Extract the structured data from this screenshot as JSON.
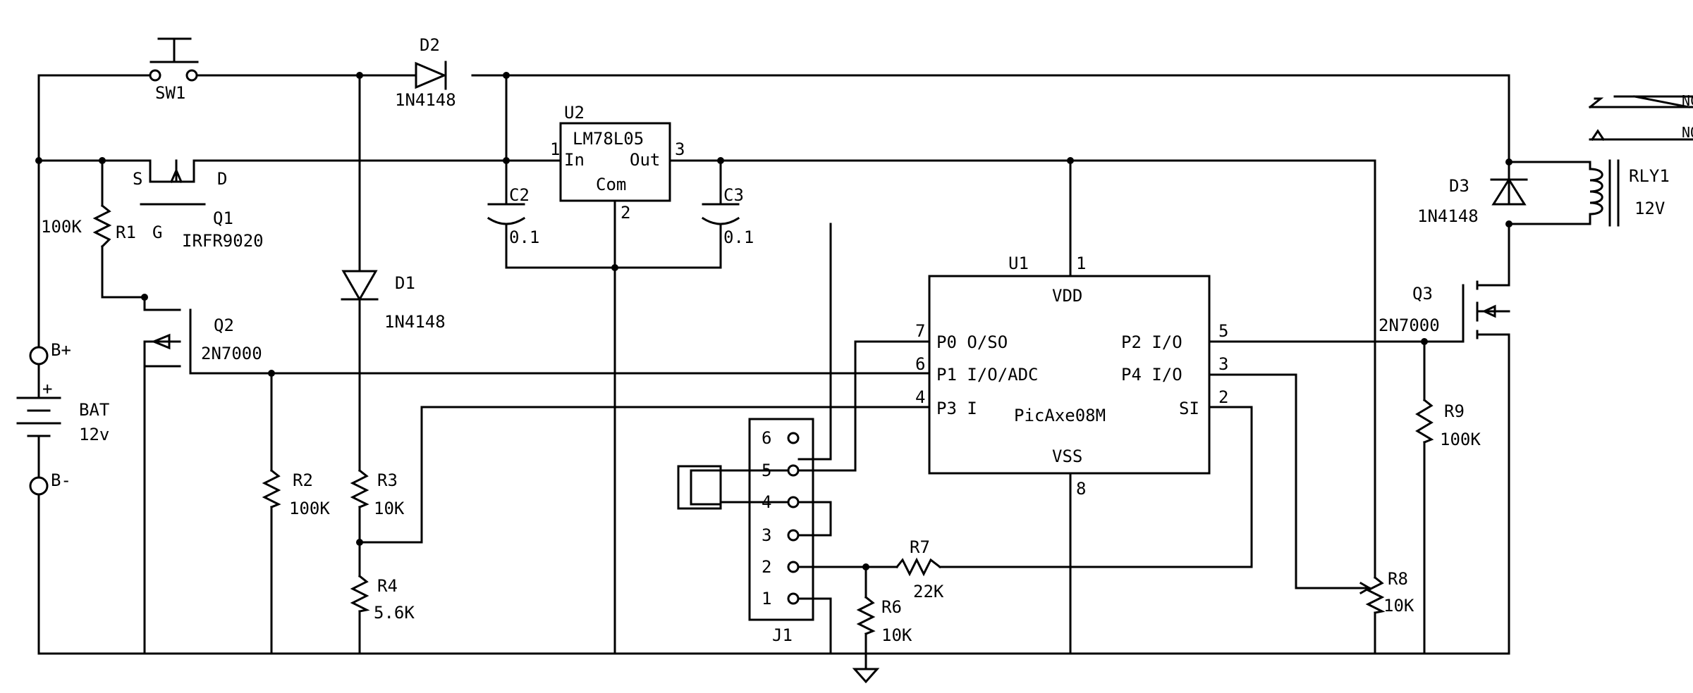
{
  "components": {
    "sw1": "SW1",
    "d2": {
      "ref": "D2",
      "value": "1N4148"
    },
    "u2": {
      "ref": "U2",
      "value": "LM78L05",
      "pin_in": "In",
      "pin_out": "Out",
      "pin_com": "Com",
      "n1": "1",
      "n2": "2",
      "n3": "3"
    },
    "c2": {
      "ref": "C2",
      "value": "0.1"
    },
    "c3": {
      "ref": "C3",
      "value": "0.1"
    },
    "q1": {
      "ref": "Q1",
      "value": "IRFR9020",
      "s": "S",
      "d": "D",
      "g": "G"
    },
    "r1": {
      "ref": "R1",
      "value": "100K"
    },
    "q2": {
      "ref": "Q2",
      "value": "2N7000"
    },
    "d1": {
      "ref": "D1",
      "value": "1N4148"
    },
    "bat": {
      "ref": "BAT",
      "value": "12v",
      "plus": "+",
      "bplus": "B+",
      "bminus": "B-"
    },
    "r2": {
      "ref": "R2",
      "value": "100K"
    },
    "r3": {
      "ref": "R3",
      "value": "10K"
    },
    "r4": {
      "ref": "R4",
      "value": "5.6K"
    },
    "u1": {
      "ref": "U1",
      "name": "PicAxe08M",
      "vdd": "VDD",
      "vss": "VSS",
      "n1": "1",
      "n8": "8",
      "n7": "7",
      "n6": "6",
      "n4": "4",
      "n5": "5",
      "n3": "3",
      "n2": "2",
      "p0": "P0 O/SO",
      "p1": "P1 I/O/ADC",
      "p3": "P3 I",
      "p2": "P2 I/O",
      "p4": "P4 I/O",
      "si": "SI"
    },
    "j1": {
      "ref": "J1",
      "pins": [
        "6",
        "5",
        "4",
        "3",
        "2",
        "1"
      ]
    },
    "r6": {
      "ref": "R6",
      "value": "10K"
    },
    "r7": {
      "ref": "R7",
      "value": "22K"
    },
    "r8": {
      "ref": "R8",
      "value": "10K"
    },
    "r9": {
      "ref": "R9",
      "value": "100K"
    },
    "q3": {
      "ref": "Q3",
      "value": "2N7000"
    },
    "d3": {
      "ref": "D3",
      "value": "1N4148"
    },
    "rly1": {
      "ref": "RLY1",
      "value": "12V",
      "nc": "NC",
      "no": "NO"
    }
  }
}
